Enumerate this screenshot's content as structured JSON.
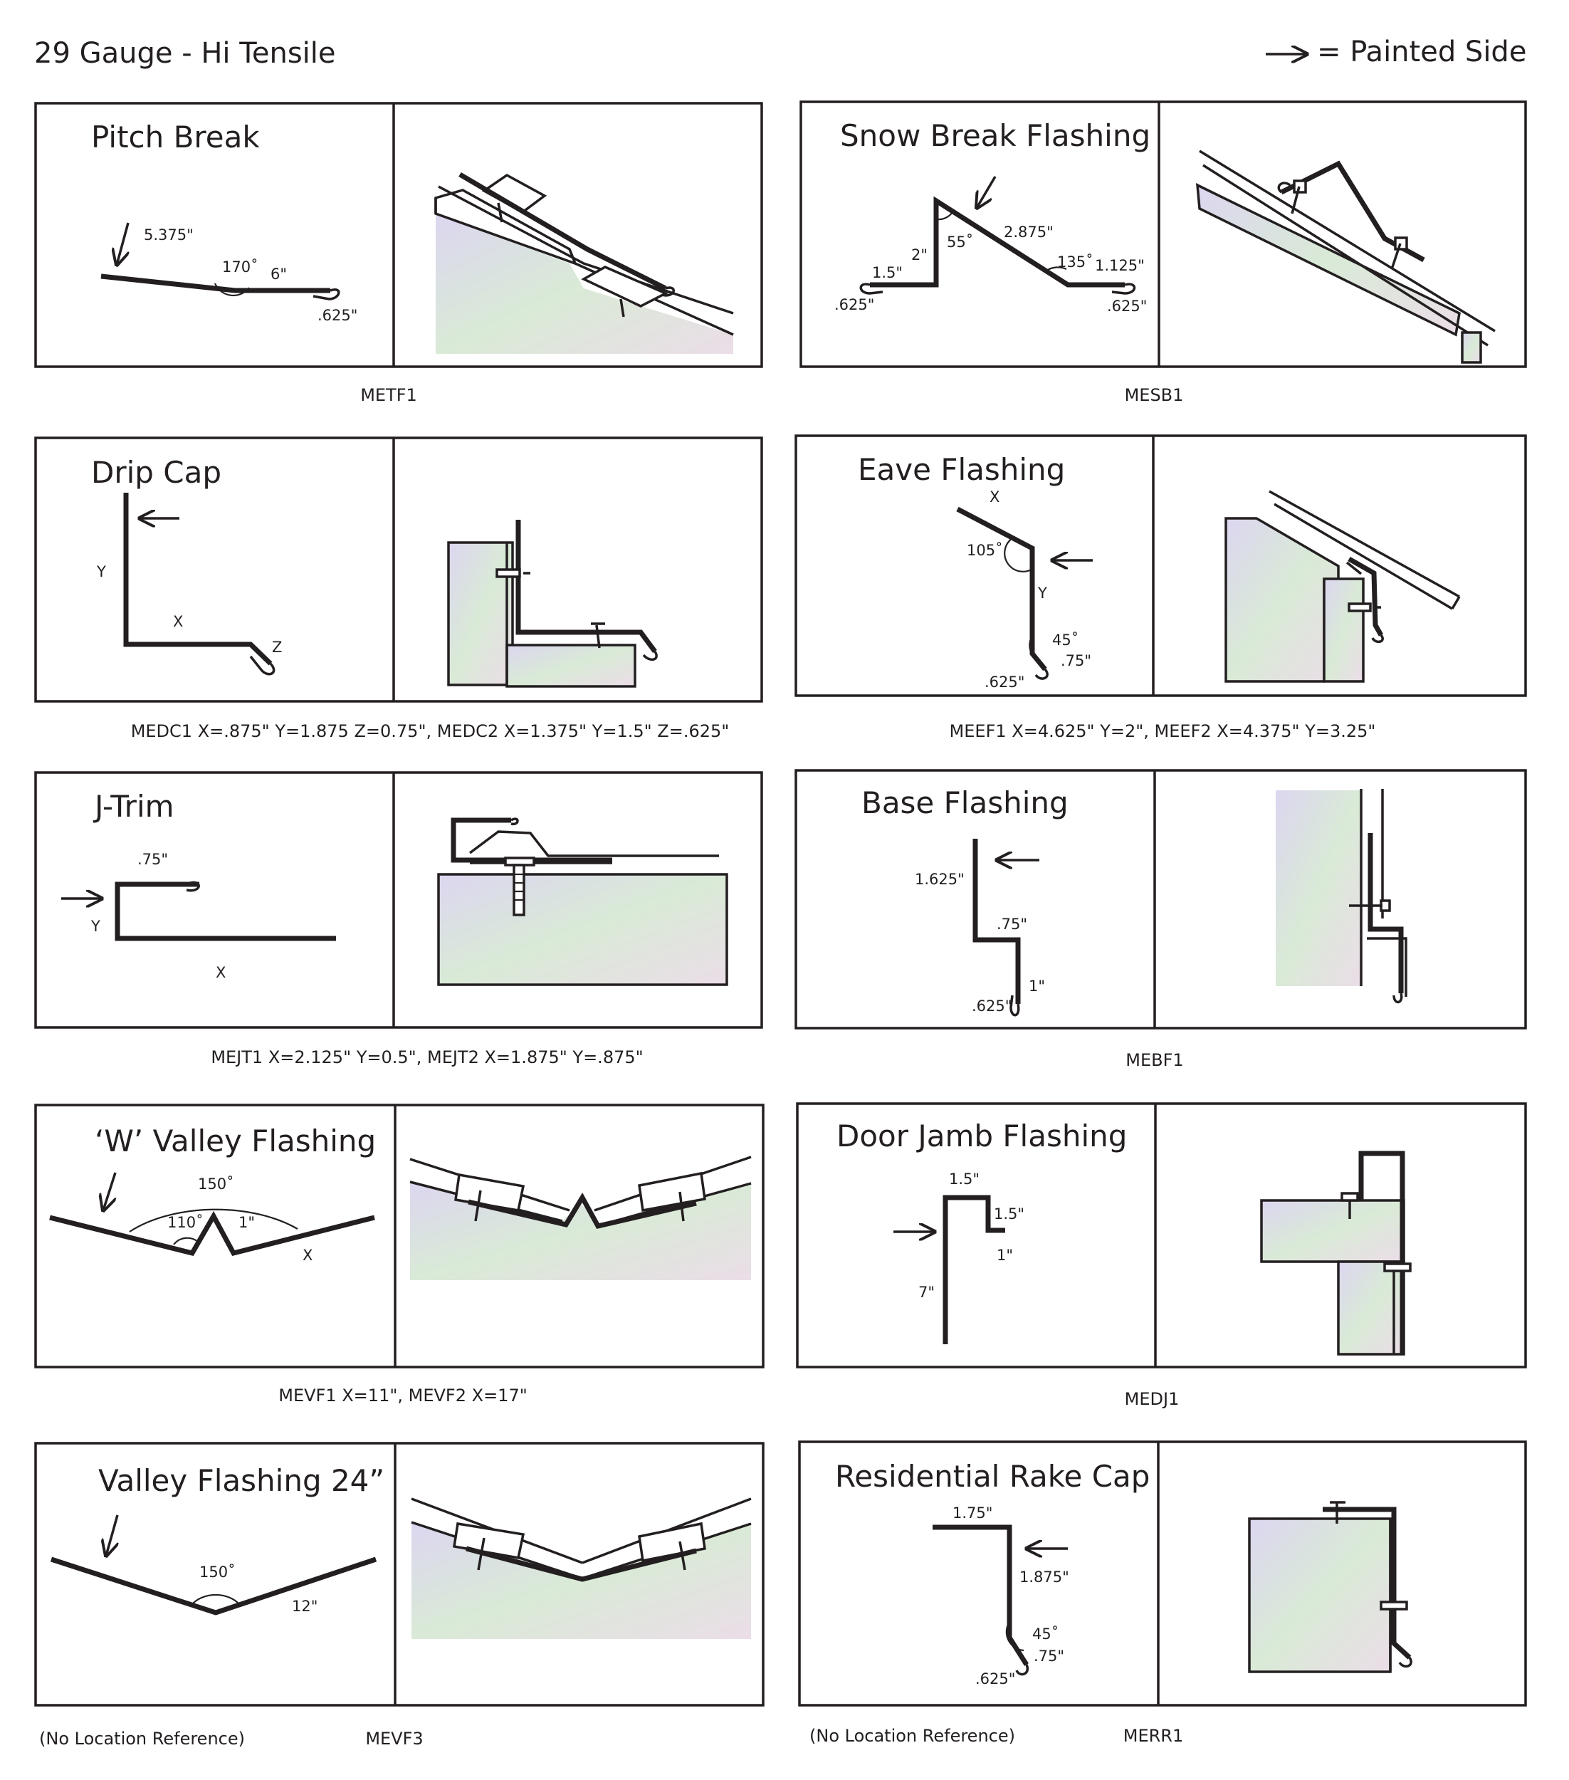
{
  "header": {
    "gauge": "29 Gauge - Hi Tensile",
    "legend": "= Painted Side"
  },
  "colors": {
    "ink": "#231f20",
    "substrate_gradient": [
      "#dcd6f0",
      "#d9ead6",
      "#ebdde8"
    ]
  },
  "items": {
    "pitch_break": {
      "title": "Pitch Break",
      "code": "METF1",
      "dims": {
        "a": "5.375\"",
        "angle": "170˚",
        "b": "6\"",
        "hem": ".625\""
      }
    },
    "snow_break": {
      "title": "Snow Break Flashing",
      "code": "MESB1",
      "dims": {
        "left_flat": "1.5\"",
        "left_hem": ".625\"",
        "rise": "2\"",
        "angle_top": "55˚",
        "slope": "2.875\"",
        "angle_bottom": "135˚",
        "right_flat": "1.125\"",
        "right_hem": ".625\""
      }
    },
    "drip_cap": {
      "title": "Drip Cap",
      "code": "MEDC1 X=.875\" Y=1.875 Z=0.75\", MEDC2 X=1.375\" Y=1.5\" Z=.625\"",
      "dims": {
        "y": "Y",
        "x": "X",
        "z": "Z"
      }
    },
    "eave_flashing": {
      "title": "Eave Flashing",
      "code": "MEEF1 X=4.625\" Y=2\", MEEF2 X=4.375\" Y=3.25\"",
      "dims": {
        "x": "X",
        "angle_top": "105˚",
        "y": "Y",
        "angle_bottom": "45˚",
        "kick": ".75\"",
        "hem": ".625\""
      }
    },
    "j_trim": {
      "title": "J-Trim",
      "code": "MEJT1 X=2.125\" Y=0.5\", MEJT2 X=1.875\" Y=.875\"",
      "dims": {
        "top": ".75\"",
        "y": "Y",
        "x": "X"
      }
    },
    "base_flashing": {
      "title": "Base Flashing",
      "code": "MEBF1",
      "dims": {
        "upper": "1.625\"",
        "step": ".75\"",
        "lower": "1\"",
        "hem": ".625\""
      }
    },
    "w_valley": {
      "title": "‘W’ Valley Flashing",
      "code": "MEVF1 X=11\", MEVF2 X=17\"",
      "dims": {
        "angle_outer": "150˚",
        "angle_inner": "110˚",
        "rib": "1\"",
        "x": "X"
      }
    },
    "door_jamb": {
      "title": "Door Jamb Flashing",
      "code": "MEDJ1",
      "dims": {
        "top": "1.5\"",
        "side": "1.5\"",
        "return": "1\"",
        "leg": "7\""
      }
    },
    "valley_24": {
      "title": "Valley Flashing 24”",
      "code": "MEVF3",
      "note": "(No Location Reference)",
      "dims": {
        "angle": "150˚",
        "leg": "12\""
      }
    },
    "rake_cap": {
      "title": "Residential Rake Cap",
      "code": "MERR1",
      "note": "(No Location Reference)",
      "dims": {
        "top": "1.75\"",
        "drop": "1.875\"",
        "angle": "45˚",
        "kick": ".75\"",
        "hem": ".625\""
      }
    }
  }
}
